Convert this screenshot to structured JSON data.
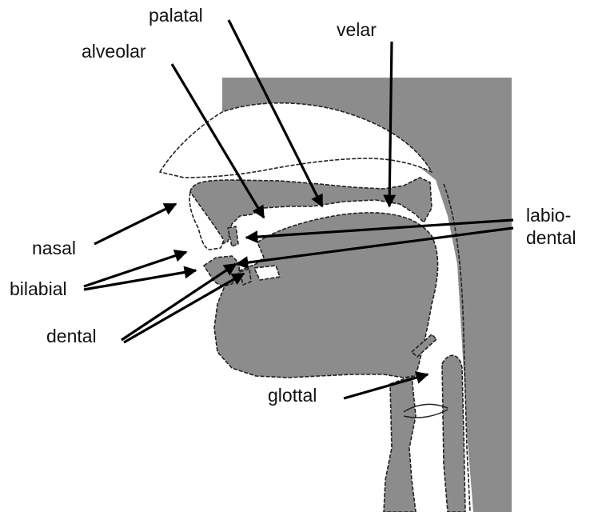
{
  "labels": {
    "palatal": "palatal",
    "alveolar": "alveolar",
    "velar": "velar",
    "labio_line1": "labio-",
    "labio_line2": "dental",
    "nasal": "nasal",
    "bilabial": "bilabial",
    "dental": "dental",
    "glottal": "glottal"
  },
  "colors": {
    "tissue": "#8c8c8c",
    "outline": "#222222",
    "background": "#ffffff"
  }
}
